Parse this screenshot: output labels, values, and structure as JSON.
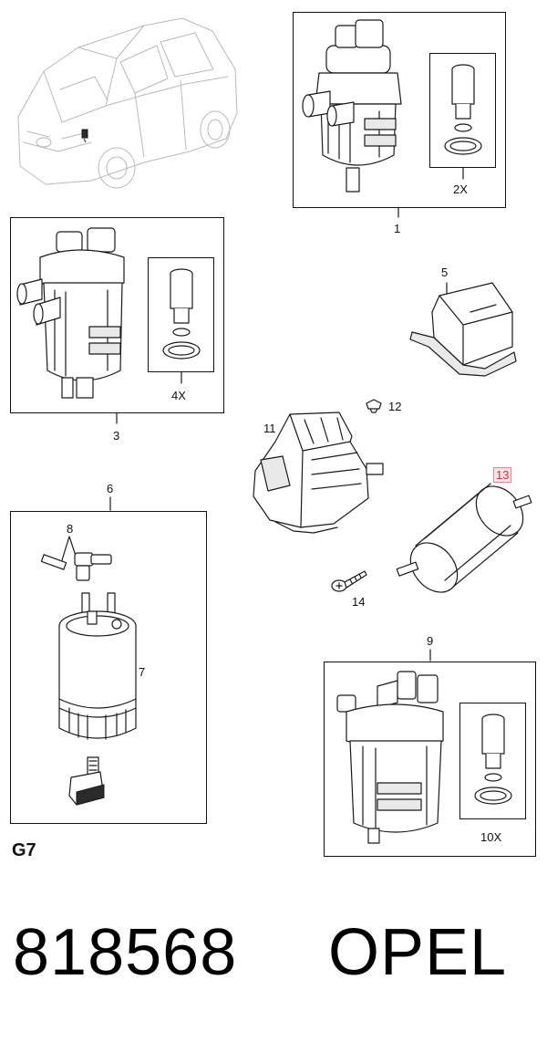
{
  "callouts": {
    "c1": "1",
    "c2x": "2X",
    "c3": "3",
    "c4x": "4X",
    "c5": "5",
    "c6": "6",
    "c7": "7",
    "c8": "8",
    "c9": "9",
    "c10x": "10X",
    "c11": "11",
    "c12": "12",
    "c13": "13",
    "c14": "14"
  },
  "section_tag": "G7",
  "part_number": "818568",
  "brand": "OPEL",
  "colors": {
    "highlight_text": "#c8373f",
    "highlight_border": "#e58a91",
    "highlight_bg": "#fce3e6"
  }
}
